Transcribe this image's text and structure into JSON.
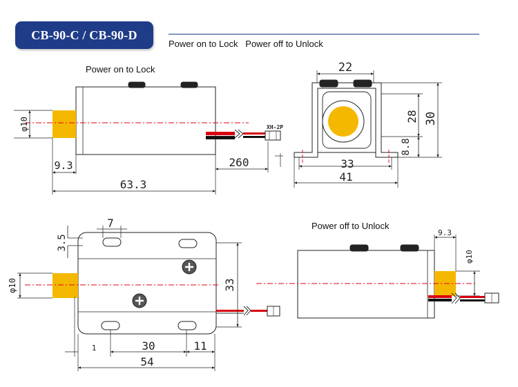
{
  "colors": {
    "badge": "#1f3c88",
    "header_rule": "#1f3c88",
    "plunger": "#f5b800",
    "centerline": "#e0001a",
    "wire_red": "#d8000f",
    "wire_black": "#111111",
    "connector_label": "#d8000f",
    "outline": "#222222"
  },
  "header": {
    "model": "CB-90-C / CB-90-D",
    "caption": "Power on to Lock   Power off to Unlock"
  },
  "views": {
    "top_left": {
      "caption": "Power on to Lock",
      "dim_phi10": "φ10",
      "dim_93": "9.3",
      "dim_260": "260",
      "dim_633": "63.3",
      "connector_label": "XH-2P"
    },
    "end_view": {
      "dim_22": "22",
      "dim_28": "28",
      "dim_30": "30",
      "dim_88": "8.8",
      "dim_33": "33",
      "dim_41": "41"
    },
    "plan_view": {
      "dim_7": "7",
      "dim_35": "3.5",
      "dim_phi10": "φ10",
      "dim_33": "33",
      "dim_1": "1",
      "dim_30": "30",
      "dim_11": "11",
      "dim_54": "54"
    },
    "bottom_right": {
      "caption": "Power off to Unlock",
      "dim_93": "9.3",
      "dim_phi10": "φ10"
    }
  }
}
